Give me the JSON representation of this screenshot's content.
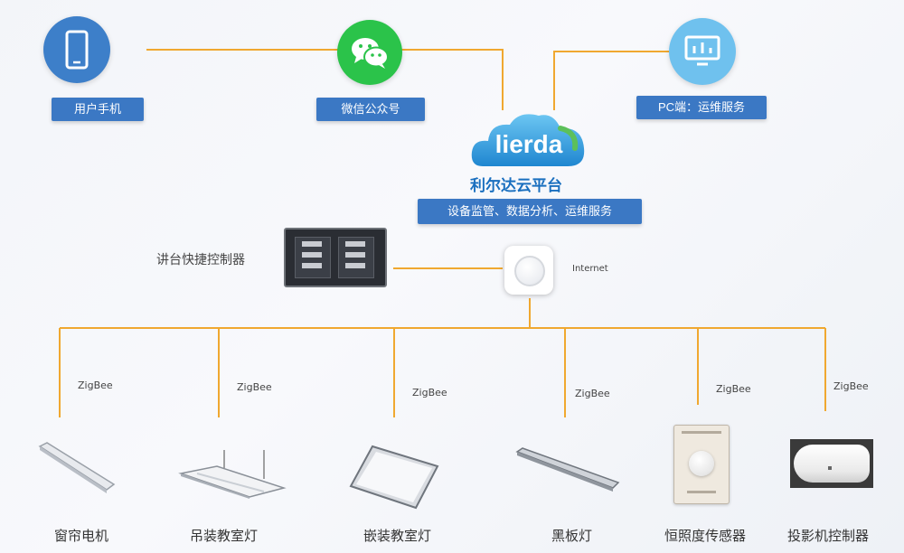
{
  "nodes": {
    "phone": {
      "label": "用户手机",
      "icon": "smartphone-icon"
    },
    "wechat": {
      "label": "微信公众号",
      "icon": "wechat-icon"
    },
    "pc": {
      "label": "PC端：运维服务",
      "icon": "monitor-icon"
    }
  },
  "cloud": {
    "brand": "lierda",
    "name": "利尔达云平台",
    "services": "设备监管、数据分析、运维服务"
  },
  "gateway": {
    "label": "Internet"
  },
  "panel": {
    "label": "讲台快捷控制器"
  },
  "devices": [
    {
      "protocol": "ZigBee",
      "label": "窗帘电机"
    },
    {
      "protocol": "ZigBee",
      "label": "吊装教室灯"
    },
    {
      "protocol": "ZigBee",
      "label": "嵌装教室灯"
    },
    {
      "protocol": "ZigBee",
      "label": "黑板灯"
    },
    {
      "protocol": "ZigBee",
      "label": "恒照度传感器"
    },
    {
      "protocol": "ZigBee",
      "label": "投影机控制器"
    }
  ],
  "colors": {
    "connector": "#f0a830",
    "phone_circle": "#3d7fc9",
    "wechat_circle": "#2bc34a",
    "pc_circle": "#6fc1ee",
    "tag_blue": "#3b78c4",
    "cloud_text": "#1a6fbf"
  }
}
